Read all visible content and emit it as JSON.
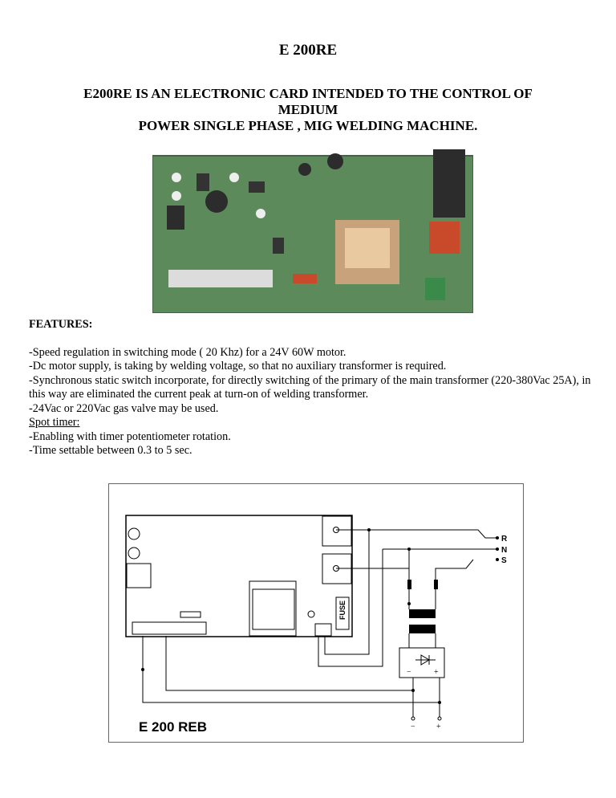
{
  "title": "E 200RE",
  "subtitle_lines": [
    "E200RE IS AN ELECTRONIC CARD INTENDED TO THE CONTROL OF",
    "MEDIUM",
    "POWER SINGLE PHASE , MIG WELDING MACHINE."
  ],
  "features": {
    "heading": "FEATURES:",
    "items": [
      "-Speed regulation in switching mode ( 20 Khz) for a 24V 60W motor.",
      "-Dc motor supply, is taking by welding voltage, so that no auxiliary transformer is required.",
      "-Synchronous static switch incorporate, for directly switching of the primary of the main transformer (220-380Vac 25A), in this way are eliminated the current peak at turn-on of welding transformer.",
      "-24Vac or 220Vac gas valve may be used."
    ],
    "spot_heading": "Spot timer:",
    "spot_items": [
      "-Enabling with timer potentiometer rotation.",
      "-Time settable between 0.3 to 5 sec."
    ]
  },
  "diagram": {
    "label": "E 200 REB",
    "phase_labels": [
      "R",
      "N",
      "S"
    ],
    "fuse_label": "FUSE",
    "minus": "−",
    "plus": "+"
  }
}
